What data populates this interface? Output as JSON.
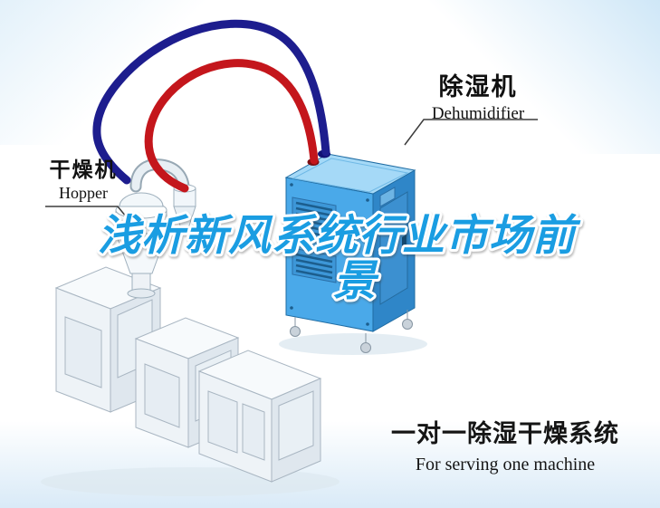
{
  "colors": {
    "title_blue": "#1a9de2",
    "pipe_blue": "#1d1d8e",
    "pipe_red": "#c4161c",
    "cabinet_front": "#4aa9e9",
    "cabinet_side": "#2f86c8",
    "cabinet_top": "#a5d9f7",
    "vent_slat": "#1c5e8e",
    "label_line": "#3c3c3c"
  },
  "labels": {
    "dehumidifier": {
      "zh": "除湿机",
      "en": "Dehumidifier"
    },
    "hopper": {
      "zh": "干燥机",
      "en": "Hopper"
    }
  },
  "title": {
    "line1": "浅析新风系统行业市场前",
    "line2": "景"
  },
  "caption": {
    "line1": "一对一除湿干燥系统",
    "line2": "For serving one machine"
  }
}
